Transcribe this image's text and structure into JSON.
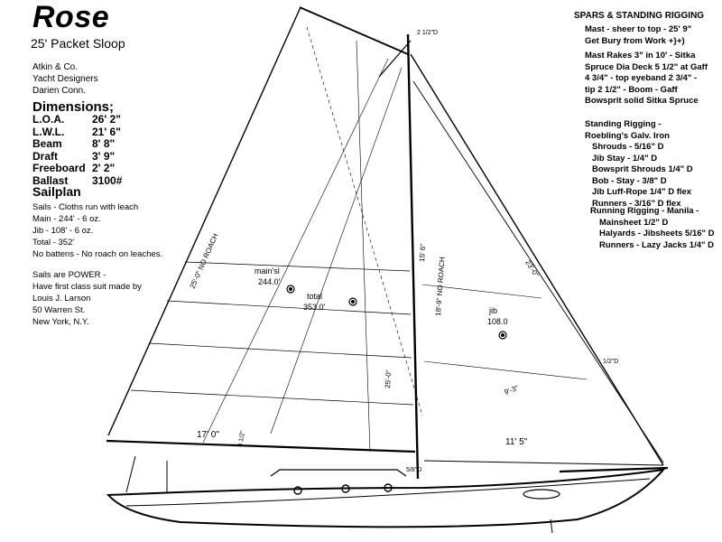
{
  "title": "Rose",
  "subtitle": "25' Packet Sloop",
  "designer": [
    "Atkin & Co.",
    "Yacht Designers",
    "Darien Conn."
  ],
  "dimensions": {
    "heading": "Dimensions;",
    "rows": [
      {
        "label": "L.O.A.",
        "value": "26' 2\""
      },
      {
        "label": "L.W.L.",
        "value": "21' 6\""
      },
      {
        "label": "Beam",
        "value": "8' 8\""
      },
      {
        "label": "Draft",
        "value": "3' 9\""
      },
      {
        "label": "Freeboard",
        "value": "2' 2\""
      },
      {
        "label": "Ballast",
        "value": "3100#"
      }
    ]
  },
  "sailplan": {
    "heading": "Sailplan",
    "lines": [
      "Sails - Cloths run with leach",
      "Main - 244' - 6 oz.",
      "Jib - 108' - 6 oz.",
      "Total - 352'"
    ],
    "battens_note": "No battens - No roach on leaches.",
    "power_note": [
      "Sails are POWER -",
      "Have first class suit made by",
      "Louis J. Larson",
      "50 Warren St.",
      "New York, N.Y."
    ]
  },
  "spars": {
    "heading": "SPARS & STANDING RIGGING",
    "lines": [
      "Mast - sheer to top - 25' 9\"",
      "Get Bury from Work +}+)",
      "Mast Rakes 3\" in 10' - Sitka",
      "Spruce Dia Deck 5 1/2\" at Gaff",
      "4 3/4\" - top eyeband 2 3/4\" -",
      "tip 2 1/2\" - Boom - Gaff",
      "Bowsprit solid Sitka Spruce"
    ]
  },
  "standing": {
    "lines": [
      "Standing Rigging -",
      "Roebling's Galv. Iron",
      "Shrouds - 5/16\" D",
      "Jib Stay - 1/4\" D",
      "Bowsprit Shrouds 1/4\" D",
      "Bob - Stay - 3/8\" D",
      "Jib Luff-Rope 1/4\" D flex",
      "Runners - 3/16\" D flex"
    ]
  },
  "running": {
    "lines": [
      "Running Rigging - Manila -",
      "Mainsheet 1/2\" D",
      "Halyards - Jibsheets 5/16\" D",
      "Runners - Lazy Jacks 1/4\" D"
    ]
  },
  "labels": {
    "mainsl": "main'sl",
    "mainsl_area": "244.0'",
    "total": "total",
    "total_area": "353.0'",
    "jib": "jib",
    "jib_area": "108.0",
    "boom_len": "17' 0\"",
    "foot_jib": "11' 5\"",
    "luff_main": "25'-0\" NO ROACH",
    "luff_jib": "23'-0\"",
    "leech_main": "18'-9\" NO ROACH",
    "gaff_len": "15' 6\"",
    "jib_stay": "1/2\"D",
    "small_a": "2 1/2\"D",
    "small_b": "5/8\"D",
    "dim_93": "9'-3\"",
    "dim_25": "25'-0\"",
    "dim_3": "3 1/2\""
  }
}
